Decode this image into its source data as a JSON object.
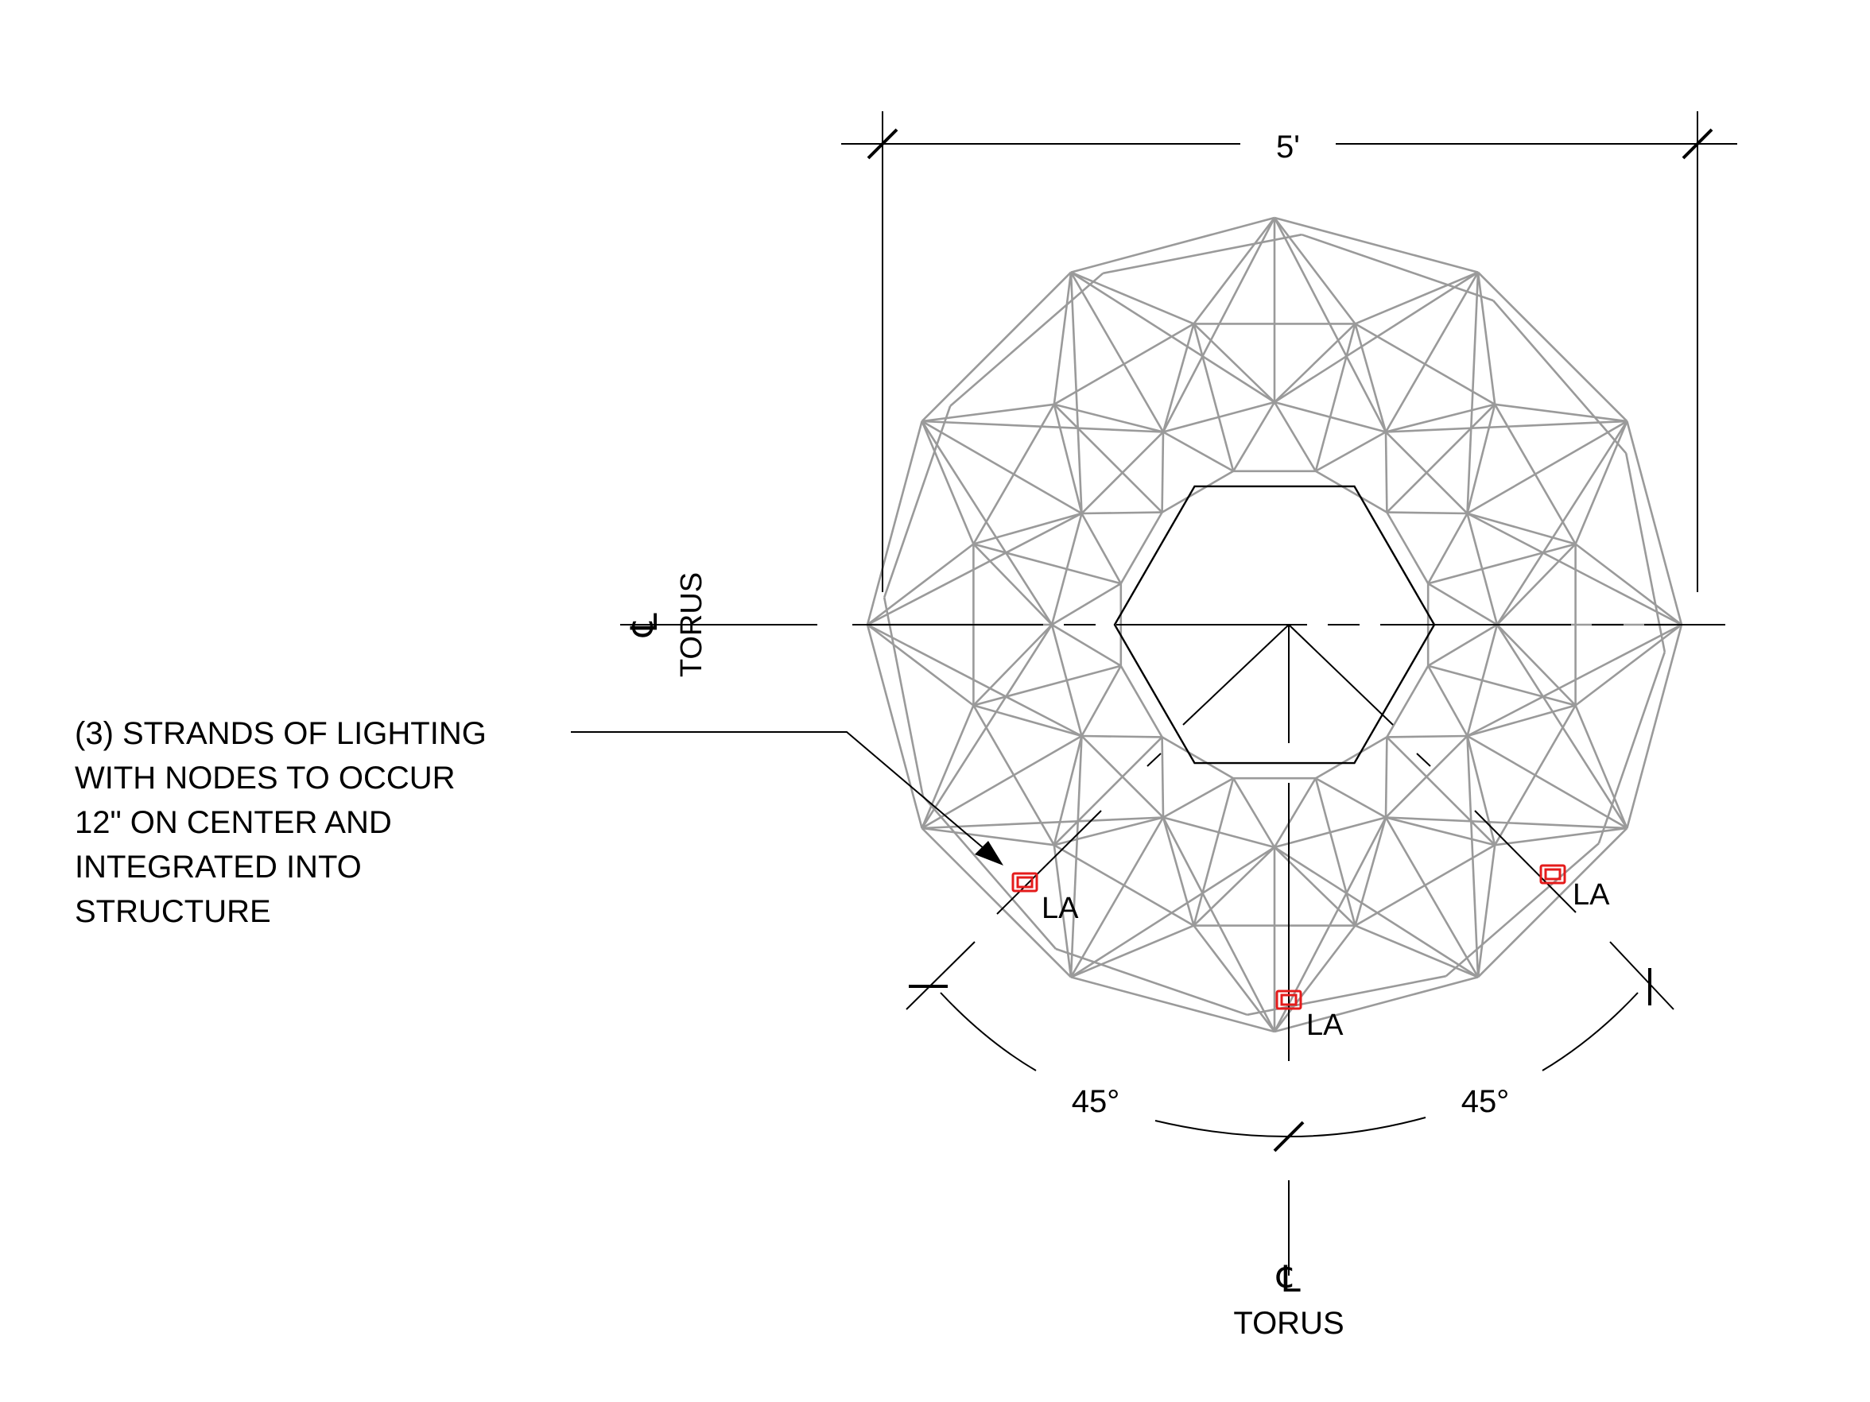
{
  "drawing": {
    "overall_dimension": "5'",
    "angle_left": "45°",
    "angle_right": "45°",
    "centerline_symbol": "℄",
    "centerline_horizontal_label": "TORUS",
    "centerline_vertical_label": "TORUS",
    "fixture_tag": "LA",
    "callout_lines": [
      "(3) STRANDS OF LIGHTING",
      "WITH NODES TO OCCUR",
      "12\" ON CENTER AND",
      "INTEGRATED INTO",
      "STRUCTURE"
    ]
  },
  "colors": {
    "structure": "#9a9a9a",
    "linework": "#000000",
    "fixture": "#e41b1b",
    "background": "#ffffff"
  }
}
